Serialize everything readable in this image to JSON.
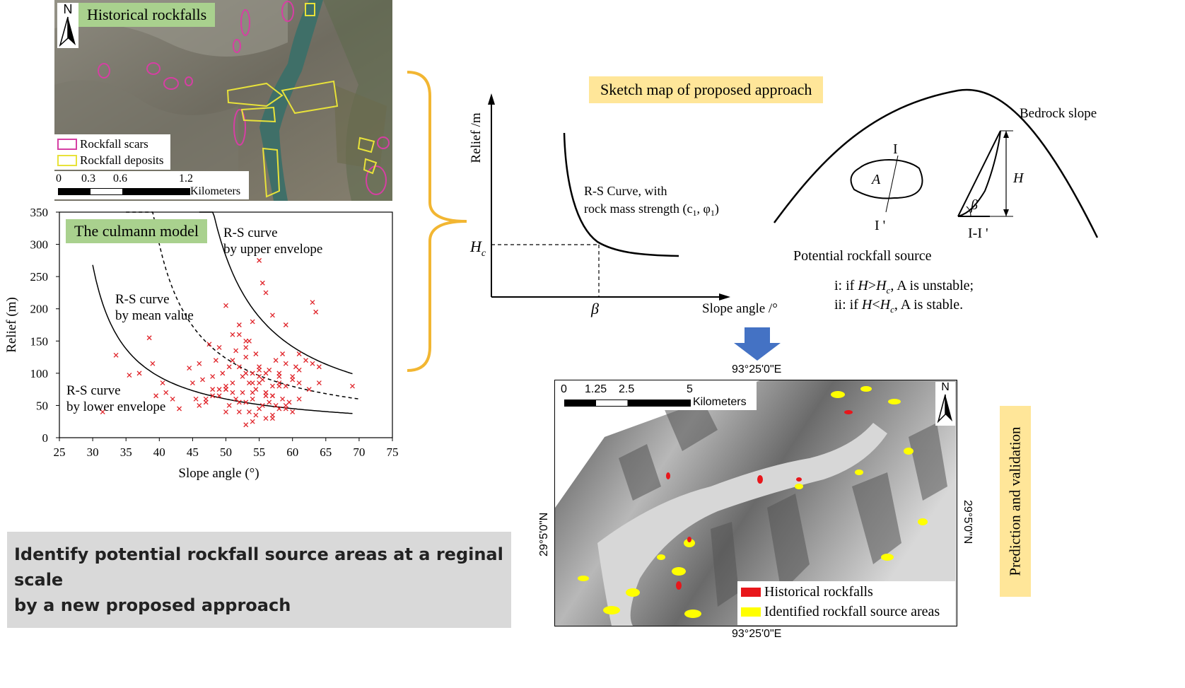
{
  "map1": {
    "title": "Historical rockfalls",
    "north": "N",
    "legend": [
      "Rockfall scars",
      "Rockfall deposits"
    ],
    "legend_colors": [
      "#d63fa3",
      "#e8e23a"
    ],
    "scale_ticks": [
      "0",
      "0.3",
      "0.6",
      "1.2"
    ],
    "scale_unit": "Kilometers"
  },
  "culmann": {
    "title": "The culmann model",
    "curve_upper": [
      "R-S curve",
      "by upper envelope"
    ],
    "curve_mean": [
      "R-S curve",
      "by mean value"
    ],
    "curve_lower": [
      "R-S curve",
      "by lower envelope"
    ]
  },
  "chart_data": {
    "type": "scatter",
    "xlabel": "Slope angle (°)",
    "ylabel": "Relief (m)",
    "xlim": [
      25,
      75
    ],
    "ylim": [
      0,
      350
    ],
    "x_ticks": [
      "25",
      "30",
      "35",
      "40",
      "45",
      "50",
      "55",
      "60",
      "65",
      "70",
      "75"
    ],
    "y_ticks": [
      "0",
      "50",
      "100",
      "150",
      "200",
      "250",
      "300",
      "350"
    ],
    "grid": false,
    "marker_color": "#e0242a",
    "x": [
      31.5,
      33.5,
      35.5,
      37,
      38.5,
      39,
      39.5,
      40.5,
      41,
      42,
      43,
      44.5,
      45,
      45.5,
      46,
      46.5,
      47,
      47.5,
      48,
      48.5,
      49,
      49.5,
      50,
      50,
      50.5,
      50.5,
      51,
      51,
      51.5,
      51.5,
      52,
      52,
      52,
      52.5,
      52.5,
      53,
      53,
      53,
      53.5,
      53.5,
      53.5,
      54,
      54,
      54,
      54.5,
      54.5,
      54.5,
      55,
      55,
      55,
      55.5,
      55.5,
      55.5,
      56,
      56,
      56,
      56.5,
      56.5,
      57,
      57,
      57,
      57.5,
      57.5,
      58,
      58,
      58.5,
      58.5,
      59,
      59,
      59.5,
      60,
      60,
      60.5,
      61,
      61,
      62,
      62.5,
      63,
      63.5,
      64,
      64,
      69,
      46,
      48,
      49,
      50,
      52,
      53,
      54,
      55,
      56,
      57,
      58,
      59,
      60,
      51,
      53,
      55,
      57,
      59,
      61,
      63,
      48,
      50,
      52,
      54,
      56,
      58,
      47,
      49,
      51,
      53,
      55,
      57,
      59,
      61,
      54,
      56,
      58,
      50,
      52
    ],
    "y": [
      40,
      128,
      97,
      100,
      155,
      115,
      65,
      85,
      70,
      60,
      45,
      108,
      85,
      60,
      115,
      90,
      55,
      145,
      65,
      120,
      75,
      100,
      205,
      75,
      110,
      50,
      160,
      85,
      135,
      60,
      110,
      40,
      175,
      95,
      70,
      125,
      55,
      20,
      150,
      85,
      40,
      100,
      60,
      25,
      130,
      75,
      35,
      275,
      110,
      45,
      240,
      90,
      50,
      225,
      70,
      30,
      105,
      55,
      190,
      80,
      35,
      120,
      50,
      100,
      45,
      130,
      60,
      175,
      80,
      55,
      95,
      40,
      110,
      85,
      60,
      120,
      75,
      210,
      195,
      110,
      85,
      80,
      50,
      75,
      65,
      40,
      160,
      140,
      180,
      95,
      65,
      30,
      85,
      115,
      90,
      70,
      150,
      105,
      65,
      45,
      130,
      115,
      95,
      80,
      55,
      70,
      100,
      80,
      60,
      140,
      120,
      100,
      85,
      65,
      50,
      105,
      85,
      70,
      95,
      75
    ]
  },
  "sketch": {
    "title": "Sketch map of proposed approach",
    "ylabel": "Relief /m",
    "xlabel": "Slope angle /°",
    "hc": "H",
    "hc_sub": "c",
    "beta": "β",
    "curve_label_1": "R-S Curve, with",
    "curve_label_2": "rock mass strength (c",
    "curve_sub_1": "1",
    "curve_sep": ", φ",
    "curve_sub_2": "1",
    "curve_end": ")",
    "bedrock": "Bedrock slope",
    "section_top": "I",
    "section_bottom": "I '",
    "area": "A",
    "height": "H",
    "section_label": "I-I '",
    "source_label": "Potential rockfall source",
    "rule1_pre": "i: if ",
    "rule1_h": "H",
    "rule1_op": ">",
    "rule1_hc": "H",
    "rule1_sub": "c",
    "rule1_post": ",  A is unstable;",
    "rule2_pre": "ii: if ",
    "rule2_h": "H",
    "rule2_op": "<",
    "rule2_hc": "H",
    "rule2_sub": "c",
    "rule2_post": ", A is stable."
  },
  "map2": {
    "coord_top": "93°25'0\"E",
    "coord_bottom": "93°25'0\"E",
    "coord_left": "29°5'0\"N",
    "coord_right": "29°5'0\"N",
    "north": "N",
    "scale_ticks": [
      "0",
      "1.25",
      "2.5",
      "5"
    ],
    "scale_unit": "Kilometers",
    "legend": [
      "Historical rockfalls",
      "Identified rockfall source areas"
    ],
    "legend_colors": [
      "#e8161b",
      "#ffff00"
    ]
  },
  "side_label": "Prediction and validation",
  "summary": [
    "Identify potential rockfall source areas at a reginal scale",
    "by a new proposed approach"
  ],
  "colors": {
    "brace": "#f2b632",
    "arrow": "#4472c4",
    "green": "#a9d18e",
    "yellow": "#ffe699",
    "gray": "#d9d9d9"
  }
}
